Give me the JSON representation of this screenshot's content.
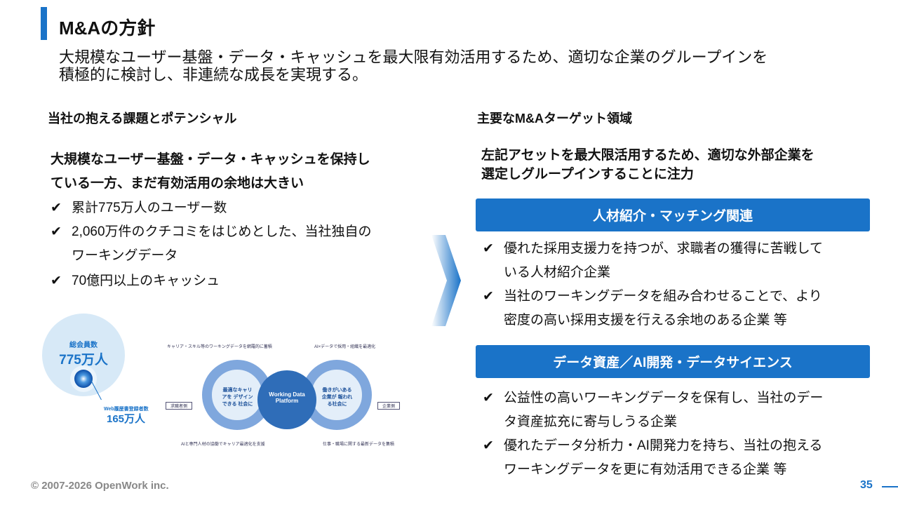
{
  "title": "M&Aの方針",
  "intro": [
    "大規模なユーザー基盤・データ・キャッシュを最大限有効活用するため、適切な企業のグループインを",
    "積極的に検討し、非連続な成長を実現する。"
  ],
  "left": {
    "heading": "当社の抱える課題とポテンシャル",
    "lead": [
      "大規模なユーザー基盤・データ・キャッシュを保持し",
      "ている一方、まだ有効活用の余地は大きい"
    ],
    "check": "✔",
    "items": [
      [
        "累計775万人のユーザー数"
      ],
      [
        "2,060万件のクチコミをはじめとした、当社独自の",
        "ワーキングデータ"
      ],
      [
        "70億円以上のキャッシュ"
      ]
    ],
    "graphic": {
      "members_label": "総会員数",
      "members_value": "775万人",
      "web_label": "Web履歴書登録者数",
      "web_value": "165万人"
    },
    "diagram": {
      "center": "Working Data Platform",
      "left_circle": "最適なキャリアを デザインできる 社会に",
      "right_circle": "働きがいある 企業が 報われる社会に",
      "left_tag": "求職者側",
      "right_tag": "企業側",
      "top_left": "キャリア・スキル等のワーキングデータを網羅的に蓄積",
      "top_right": "AI×データで採用・組織を最適化",
      "bottom_left": "AIと専門人材の協働でキャリア最適化を支援",
      "bottom_right": "仕事・職場に関する最新データを集積"
    }
  },
  "right": {
    "heading": "主要なM&Aターゲット領域",
    "lead": [
      "左記アセットを最大限活用するため、適切な外部企業を",
      "選定しグループインすることに注力"
    ],
    "sections": [
      {
        "label": "人材紹介・マッチング関連",
        "items": [
          [
            "優れた採用支援力を持つが、求職者の獲得に苦戦して",
            "いる人材紹介企業"
          ],
          [
            "当社のワーキングデータを組み合わせることで、より",
            "密度の高い採用支援を行える余地のある企業 等"
          ]
        ]
      },
      {
        "label": "データ資産／AI開発・データサイエンス",
        "items": [
          [
            "公益性の高いワーキングデータを保有し、当社のデー",
            "タ資産拡充に寄与しうる企業"
          ],
          [
            "優れたデータ分析力・AI開発力を持ち、当社の抱える",
            "ワーキングデータを更に有効活用できる企業 等"
          ]
        ]
      }
    ]
  },
  "footer": {
    "copyright": "© 2007-2026 OpenWork inc.",
    "page": "35"
  },
  "colors": {
    "accent": "#1a73c8"
  }
}
